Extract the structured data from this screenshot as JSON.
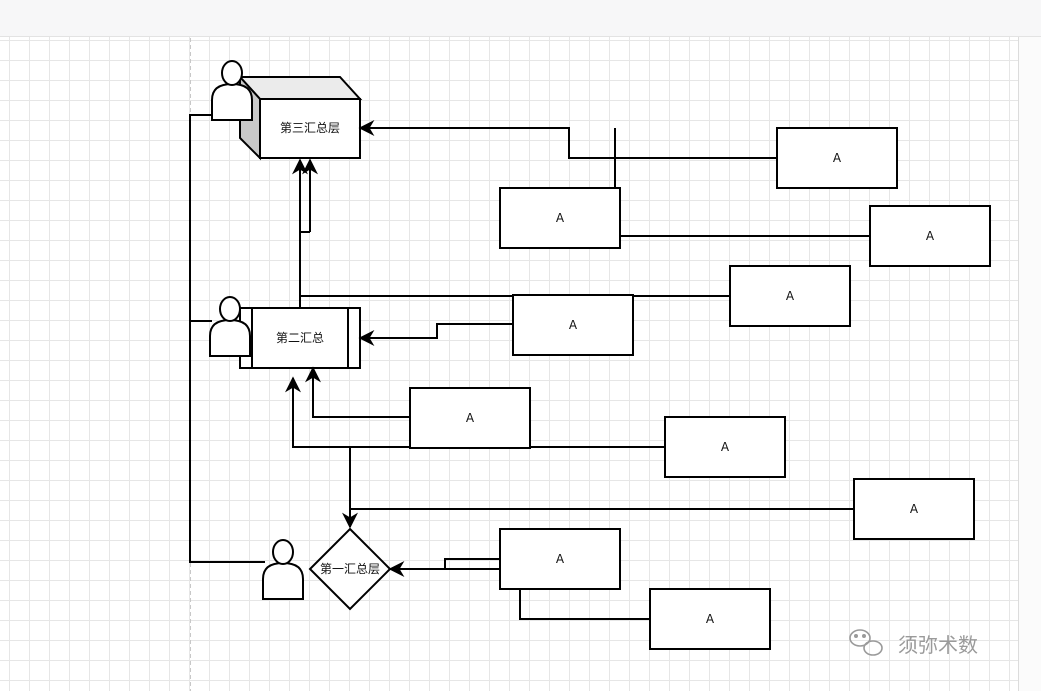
{
  "nodes": {
    "layer3_label": "第三汇总层",
    "layer2_label": "第二汇总",
    "layer1_label": "第一汇总层",
    "sources": [
      "A",
      "A",
      "A",
      "A",
      "A",
      "A",
      "A",
      "A",
      "A",
      "A"
    ]
  },
  "watermark": {
    "text": "须弥术数",
    "icon": "wechat-icon"
  },
  "colors": {
    "stroke": "#000000",
    "grid": "#e6e6e6",
    "watermark": "#9a9a9a"
  }
}
